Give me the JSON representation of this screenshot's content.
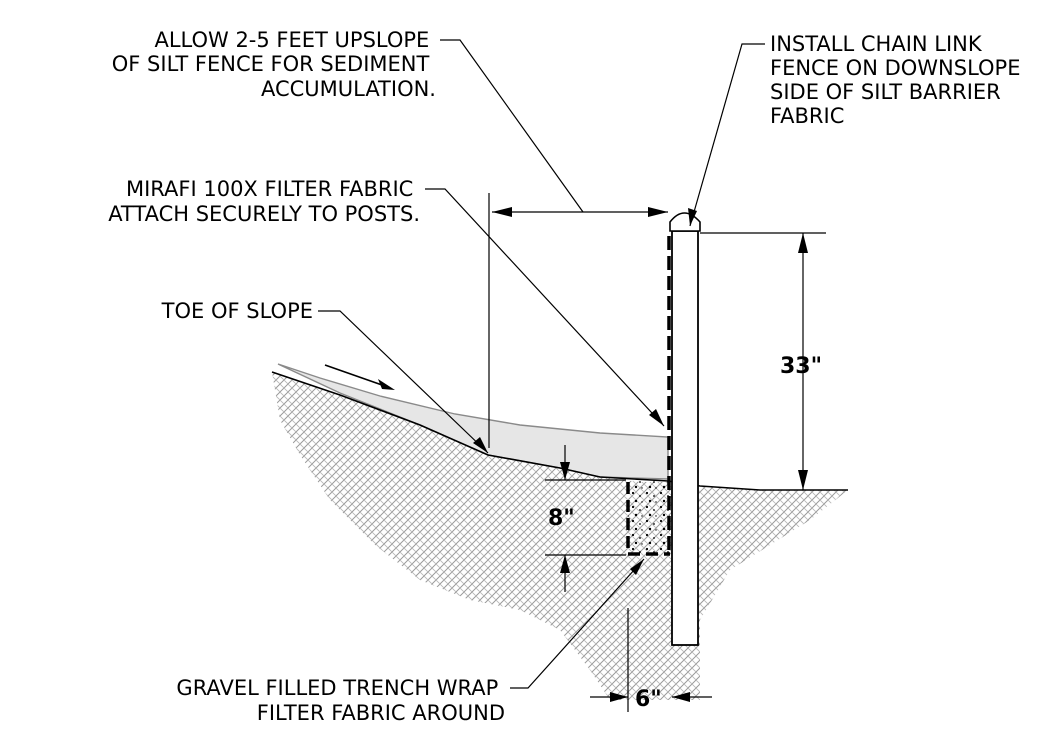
{
  "notes": {
    "upslope": [
      "ALLOW 2-5 FEET UPSLOPE",
      "OF SILT FENCE FOR SEDIMENT",
      "ACCUMULATION."
    ],
    "chain_link": [
      "INSTALL CHAIN LINK",
      "FENCE ON DOWNSLOPE",
      "SIDE OF SILT BARRIER",
      "FABRIC"
    ],
    "fabric": [
      "MIRAFI 100X FILTER FABRIC",
      "ATTACH SECURELY TO POSTS."
    ],
    "toe": "TOE OF SLOPE",
    "trench": [
      "GRAVEL FILLED TRENCH WRAP",
      "FILTER FABRIC AROUND"
    ]
  },
  "dimensions": {
    "post_height": "33\"",
    "trench_depth": "8\"",
    "trench_width": "6\""
  },
  "colors": {
    "line": "#000000",
    "sediment": "#e6e6e6",
    "hatch": "#9a9a9a"
  }
}
